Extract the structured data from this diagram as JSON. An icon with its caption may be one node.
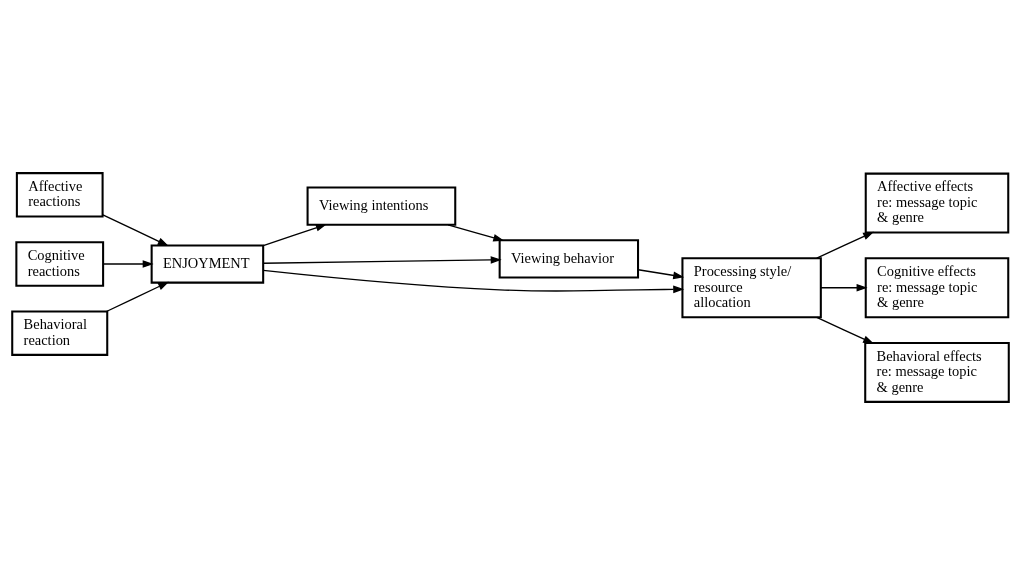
{
  "diagram": {
    "nodes": [
      {
        "text": [
          "Affective reactions"
        ]
      },
      {
        "text": [
          "Cognitive reactions"
        ]
      },
      {
        "text": [
          "Behavioral reaction"
        ]
      },
      {
        "text": [
          "ENJOYMENT"
        ]
      },
      {
        "text": [
          "Viewing intentions"
        ]
      },
      {
        "text": [
          "Viewing behavior"
        ]
      },
      {
        "text": [
          "Processing style/ resource allocation"
        ]
      },
      {
        "text": [
          "Affective effects re: message topic & genre"
        ]
      },
      {
        "text": [
          "Cognitive effects re: message topic & genre"
        ]
      },
      {
        "text": [
          "Behavioral effects re: message topic & genre"
        ]
      }
    ],
    "edges": [
      {
        "from": 0,
        "to": 3,
        "arrow": "to"
      },
      {
        "from": 1,
        "to": 3,
        "arrow": "to"
      },
      {
        "from": 2,
        "to": 3,
        "arrow": "to"
      },
      {
        "from": 3,
        "to": 4,
        "arrow": "to"
      },
      {
        "from": 4,
        "to": 5,
        "arrow": "to"
      },
      {
        "from": 3,
        "to": 5,
        "arrow": "to"
      },
      {
        "from": 3,
        "to": 6,
        "arrow": "to"
      },
      {
        "from": 5,
        "to": 6,
        "arrow": "to"
      },
      {
        "from": 6,
        "to": 7,
        "arrow": "to"
      },
      {
        "from": 6,
        "to": 8,
        "arrow": "to"
      },
      {
        "from": 6,
        "to": 9,
        "arrow": "to"
      }
    ]
  }
}
